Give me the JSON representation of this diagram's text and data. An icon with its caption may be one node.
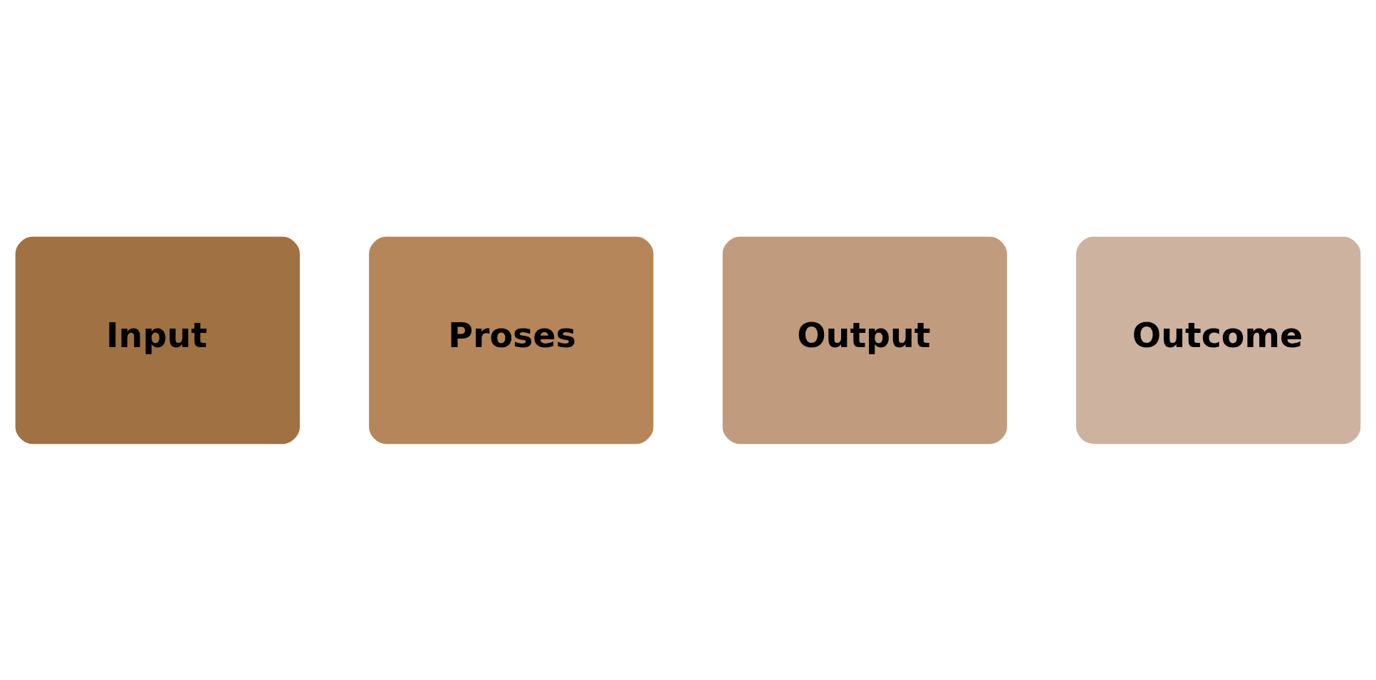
{
  "diagram": {
    "nodes": [
      {
        "text": [
          "Input"
        ]
      },
      {
        "text": [
          "Proses"
        ]
      },
      {
        "text": [
          "Output"
        ]
      },
      {
        "text": [
          "Outcome"
        ]
      }
    ]
  }
}
